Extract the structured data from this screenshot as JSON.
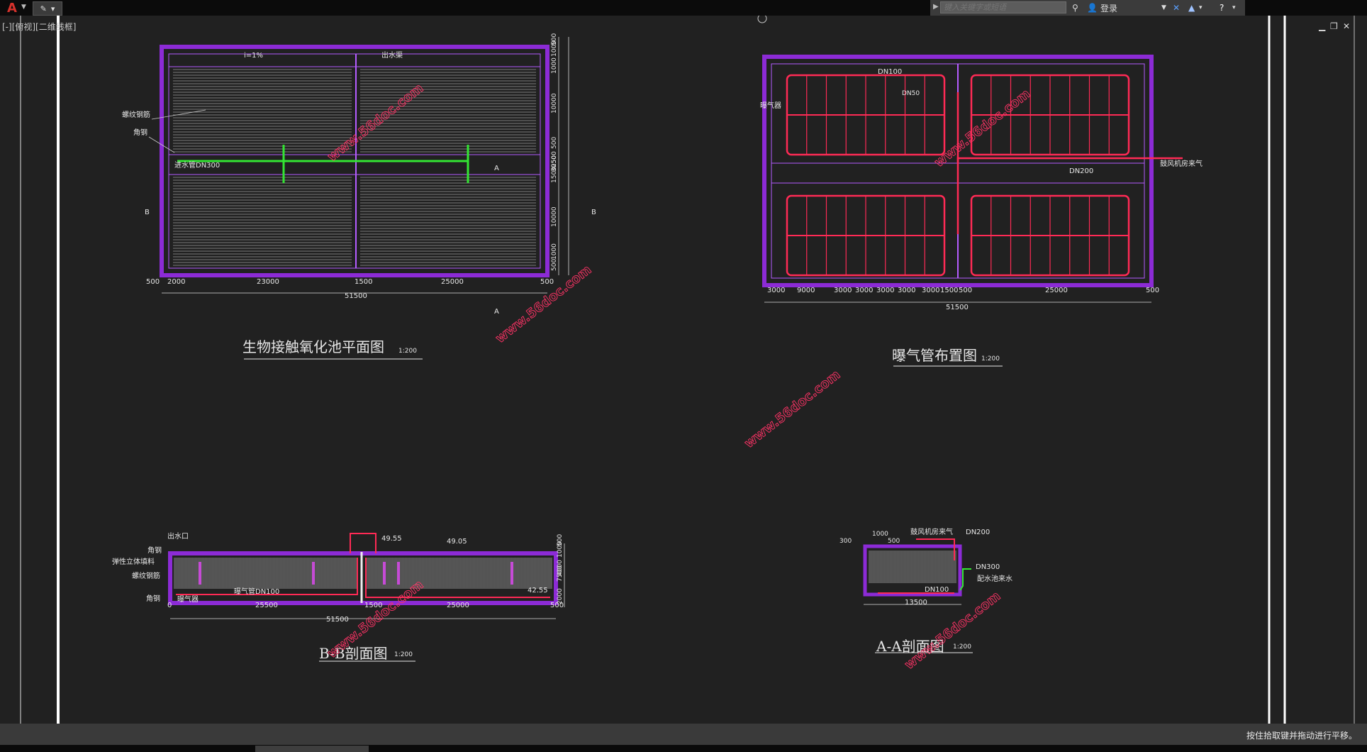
{
  "app": {
    "logo_glyph": "A",
    "search_placeholder": "键入关键字或短语",
    "login_label": "登录"
  },
  "viewport": {
    "label": "[-][俯视][二维线框]"
  },
  "status": {
    "message": "按住拾取键并拖动进行平移。"
  },
  "colors": {
    "background": "#212121",
    "outline": "#8c2bd6",
    "pipe": "#ff2a55",
    "water_pipe": "#33e633",
    "text": "#e6e6e6"
  },
  "watermark": "www.56doc.com",
  "drawings": {
    "plan": {
      "title": "生物接触氧化池平面图",
      "scale": "1:200",
      "labels": {
        "slope": "i=1%",
        "outlet_channel": "出水渠",
        "rebar": "螺纹钢筋",
        "angle_steel": "角钢",
        "inlet_pipe": "进水管DN300",
        "section_a": "A",
        "section_b": "B"
      },
      "dims_bottom": [
        "500",
        "2000",
        "23000",
        "1500",
        "25000",
        "500"
      ],
      "dims_total": "51500",
      "dims_right": [
        "500",
        "1000",
        "1000",
        "10000",
        "500",
        "2500",
        "3050",
        "1500",
        "10000",
        "1000",
        "500"
      ]
    },
    "aeration": {
      "title": "曝气管布置图",
      "scale": "1:200",
      "labels": {
        "dn100": "DN100",
        "dn50": "DN50",
        "aerator": "曝气器",
        "dn200": "DN200",
        "blower_air": "鼓风机房来气"
      },
      "dims_bottom": [
        "3000",
        "9000",
        "3000",
        "3000",
        "3000",
        "3000",
        "3000",
        "500",
        "25000",
        "1500",
        "500"
      ],
      "dims_total": "51500"
    },
    "section_b": {
      "title": "B-B剖面图",
      "scale": "1:200",
      "labels": {
        "outlet": "出水口",
        "angle_steel_top": "角钢",
        "filler": "弹性立体填料",
        "rebar": "螺纹钢筋",
        "angle_steel_bottom": "角钢",
        "aerator": "曝气器",
        "aeration_pipe": "曝气管DN100",
        "level1": "49.55",
        "level2": "49.05",
        "level3": "42.55"
      },
      "dims_bottom": [
        "0",
        "25500",
        "1500",
        "25000",
        "500"
      ],
      "dims_total": "51500",
      "dims_right": [
        "500",
        "1000",
        "4000",
        "7500",
        "2000"
      ]
    },
    "section_a": {
      "title": "A-A剖面图",
      "scale": "1:200",
      "labels": {
        "d1000": "1000",
        "d300": "300",
        "d500": "500",
        "blower_air": "鼓风机房来气",
        "dn200": "DN200",
        "dn300": "DN300",
        "distribution_water": "配水池来水",
        "dn100": "DN100"
      },
      "dims_total": "13500"
    }
  }
}
